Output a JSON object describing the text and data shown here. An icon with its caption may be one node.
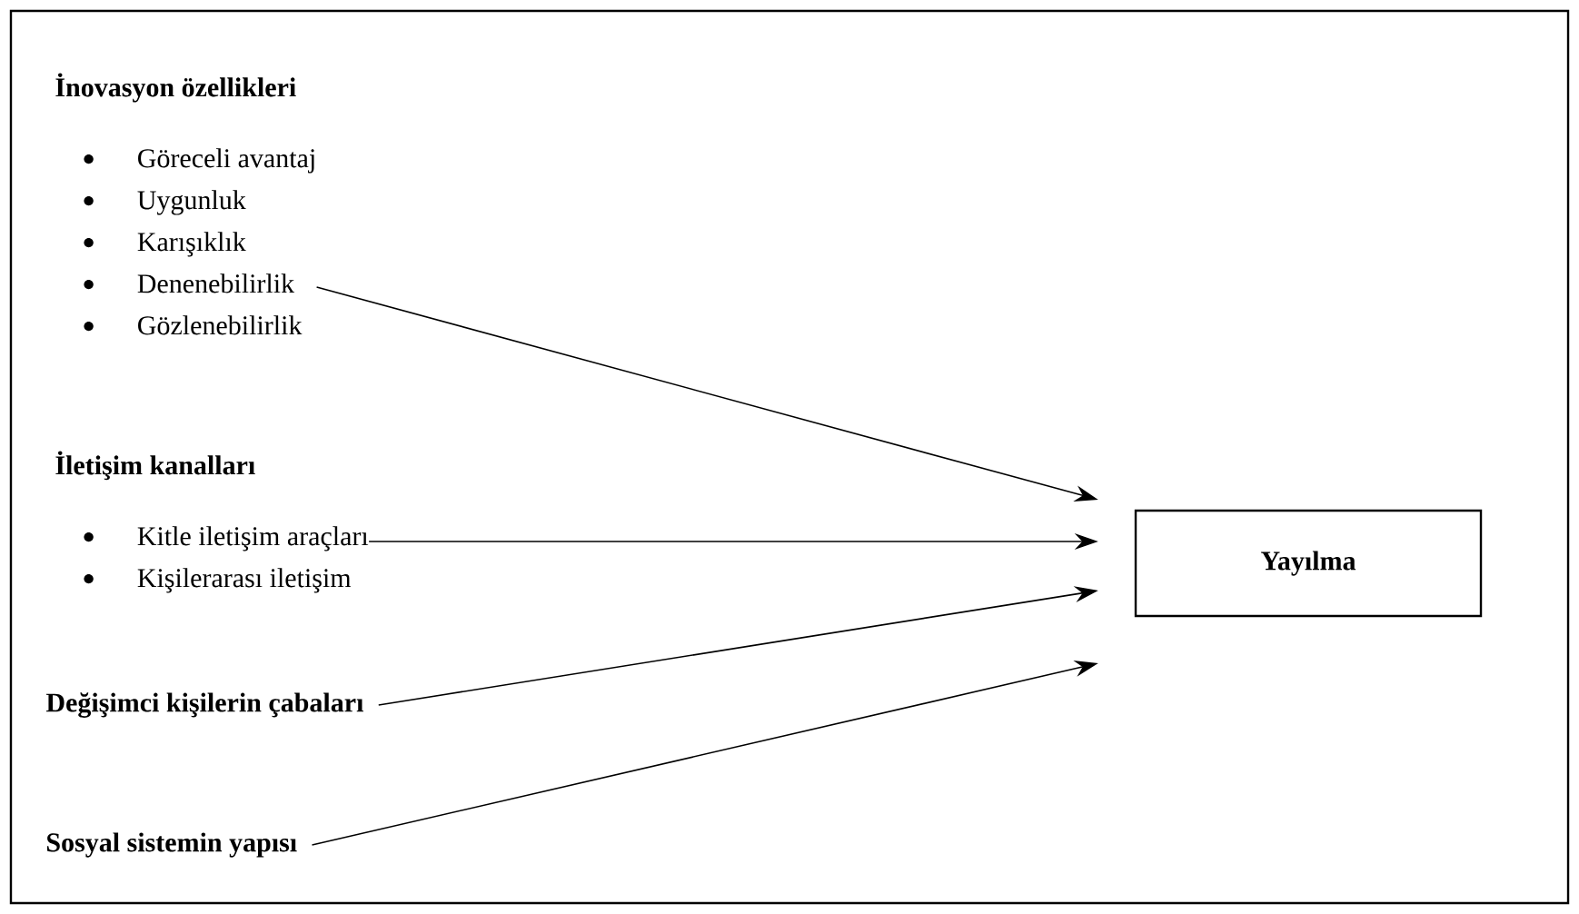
{
  "diagram": {
    "nodes": [
      {
        "text": [
          "İnovasyon özellikleri",
          "Göreceli avantaj",
          "Uygunluk",
          "Karışıklık",
          "Denenebilirlik",
          "Gözlenebilirlik"
        ]
      },
      {
        "text": [
          "İletişim kanalları",
          "Kitle iletişim araçları",
          "Kişilerarası iletişim"
        ]
      },
      {
        "text": [
          "Değişimci kişilerin çabaları"
        ]
      },
      {
        "text": [
          "Sosyal sistemin yapısı"
        ]
      },
      {
        "text": [
          "Yayılma"
        ]
      }
    ],
    "edges": [
      {
        "from": 0,
        "to": 4,
        "arrow": "to"
      },
      {
        "from": 1,
        "to": 4,
        "arrow": "to"
      },
      {
        "from": 2,
        "to": 4,
        "arrow": "to"
      },
      {
        "from": 3,
        "to": 4,
        "arrow": "to"
      }
    ]
  }
}
